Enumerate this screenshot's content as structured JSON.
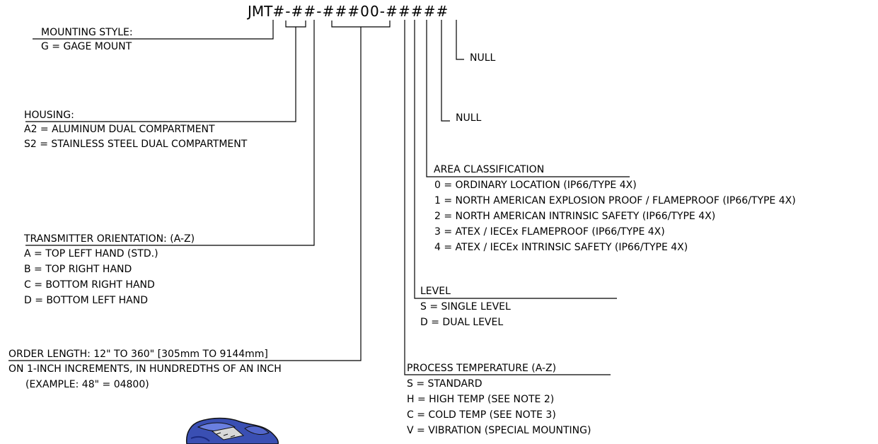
{
  "model_code": {
    "prefix": "JMT",
    "pattern": "#-##-###00-#####"
  },
  "mounting_style": {
    "heading": "MOUNTING STYLE:",
    "options": [
      "G = GAGE MOUNT"
    ]
  },
  "housing": {
    "heading": "HOUSING:",
    "options": [
      "A2 = ALUMINUM DUAL COMPARTMENT",
      "S2 = STAINLESS STEEL DUAL COMPARTMENT"
    ]
  },
  "transmitter_orientation": {
    "heading": "TRANSMITTER ORIENTATION: (A-Z)",
    "options": [
      "A = TOP LEFT HAND (STD.)",
      "B = TOP RIGHT HAND",
      "C = BOTTOM RIGHT HAND",
      "D = BOTTOM LEFT HAND"
    ]
  },
  "order_length": {
    "heading": "ORDER LENGTH: 12\" TO 360\" [305mm TO 9144mm]",
    "lines": [
      "ON 1-INCH INCREMENTS, IN HUNDREDTHS OF AN INCH",
      "(EXAMPLE: 48\" = 04800)"
    ]
  },
  "null_1": {
    "label": "NULL"
  },
  "null_2": {
    "label": "NULL"
  },
  "area_classification": {
    "heading": "AREA CLASSIFICATION",
    "options": [
      "0 = ORDINARY LOCATION (IP66/TYPE 4X)",
      "1 = NORTH AMERICAN EXPLOSION PROOF / FLAMEPROOF (IP66/TYPE 4X)",
      "2 = NORTH AMERICAN INTRINSIC SAFETY (IP66/TYPE 4X)",
      "3 = ATEX / IECEx FLAMEPROOF (IP66/TYPE 4X)",
      "4 = ATEX / IECEx INTRINSIC SAFETY (IP66/TYPE 4X)"
    ]
  },
  "level": {
    "heading": "LEVEL",
    "options": [
      "S = SINGLE LEVEL",
      "D = DUAL LEVEL"
    ]
  },
  "process_temperature": {
    "heading": "PROCESS TEMPERATURE (A-Z)",
    "options": [
      "S = STANDARD",
      "H = HIGH TEMP (SEE NOTE 2)",
      "C = COLD TEMP (SEE NOTE 3)",
      "V = VIBRATION (SPECIAL MOUNTING)"
    ]
  },
  "product_image": {
    "icon": "transmitter-product-image",
    "color": "#3a4fb3"
  }
}
